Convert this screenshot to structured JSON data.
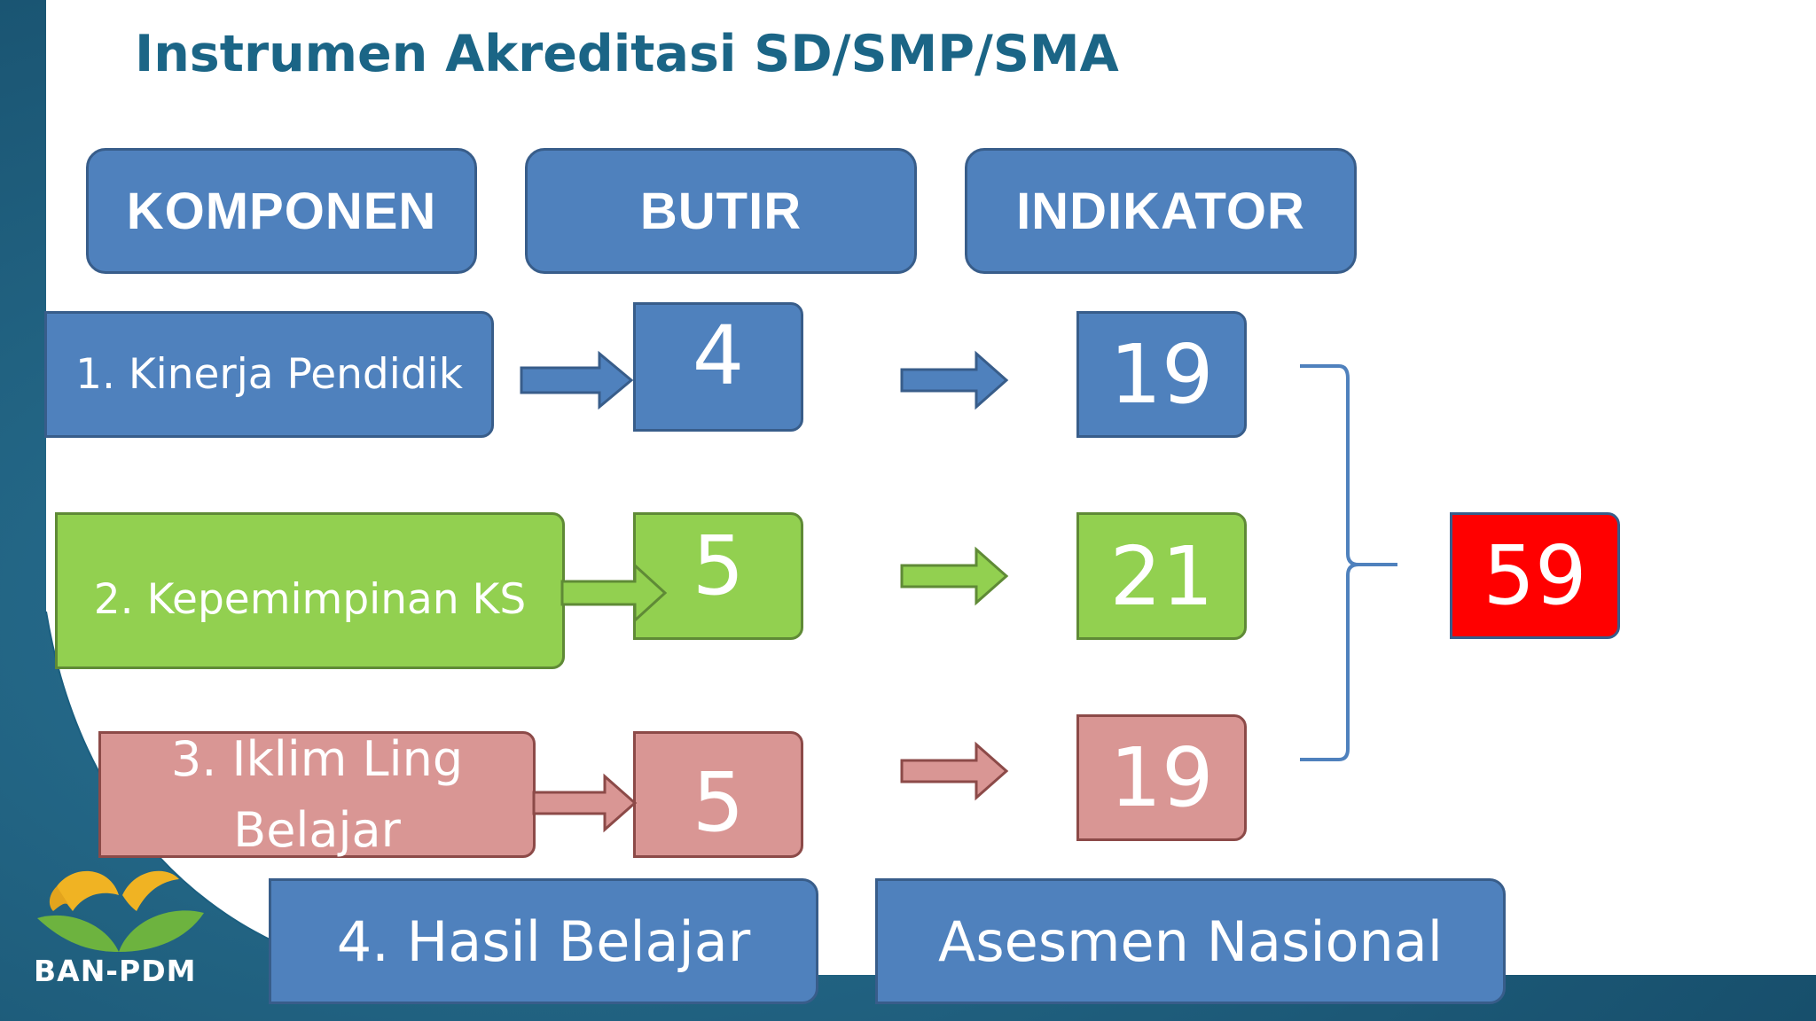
{
  "title": "Instrumen Akreditasi SD/SMP/SMA",
  "headers": {
    "komponen": "KOMPONEN",
    "butir": "BUTIR",
    "indikator": "INDIKATOR"
  },
  "rows": [
    {
      "komponen": "1. Kinerja Pendidik",
      "butir": "4",
      "indikator": "19"
    },
    {
      "komponen": "2. Kepemimpinan KS",
      "butir": "5",
      "indikator": "21"
    },
    {
      "komponen": "3. Iklim Ling Belajar",
      "butir": "5",
      "indikator": "19"
    }
  ],
  "total": "59",
  "bottom": {
    "hasil_belajar": "4. Hasil Belajar",
    "asesmen": "Asesmen Nasional"
  },
  "logo": {
    "text": "BAN-PDM"
  },
  "colors": {
    "blue": "#4f81bd",
    "green": "#92d050",
    "pink": "#d99694",
    "red": "#ff0000",
    "title": "#1b6586",
    "background": "#1b5f80"
  }
}
